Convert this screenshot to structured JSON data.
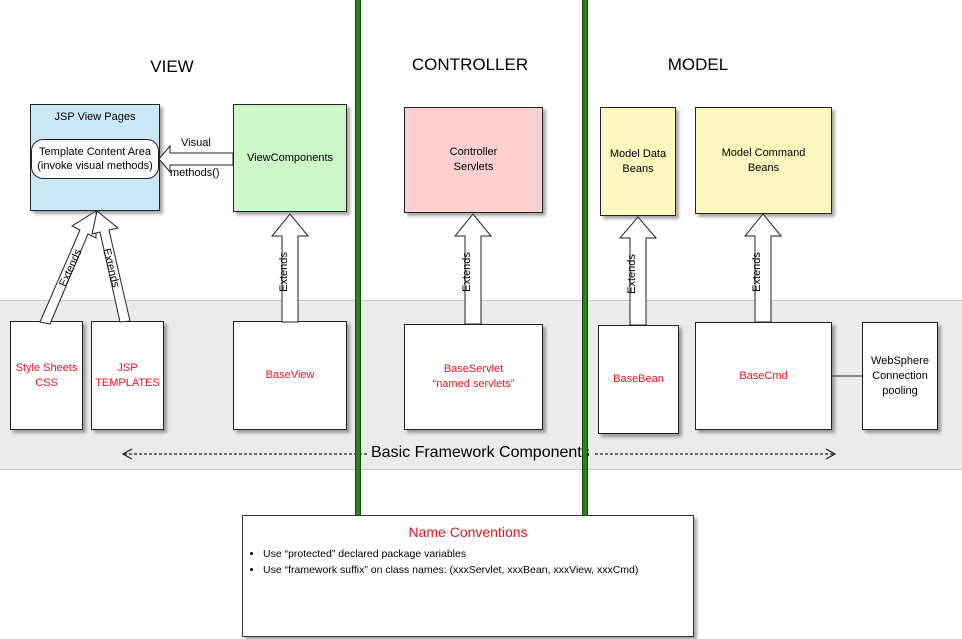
{
  "columns": {
    "view": "VIEW",
    "controller": "CONTROLLER",
    "model": "MODEL"
  },
  "view": {
    "jsp_view_pages": "JSP View Pages",
    "template_content_area_line1": "Template Content Area",
    "template_content_area_line2": "(invoke visual methods)",
    "visual_label": "Visual",
    "methods_label": "methods()",
    "view_components": "ViewComponents",
    "style_sheets_line1": "Style Sheets",
    "style_sheets_line2": "CSS",
    "jsp_templates_line1": "JSP",
    "jsp_templates_line2": "TEMPLATES",
    "base_view": "BaseView"
  },
  "controller": {
    "controller_servlets_line1": "Controller",
    "controller_servlets_line2": "Servlets",
    "base_servlet_line1": "BaseServlet",
    "base_servlet_line2": "“named servlets”"
  },
  "model": {
    "model_data_beans_line1": "Model Data",
    "model_data_beans_line2": "Beans",
    "model_command_beans_line1": "Model Command",
    "model_command_beans_line2": "Beans",
    "base_bean": "BaseBean",
    "base_cmd": "BaseCmd",
    "websphere_line1": "WebSphere",
    "websphere_line2": "Connection",
    "websphere_line3": "pooling"
  },
  "extends_label": "Extends",
  "framework_label": "Basic Framework Components",
  "name_conventions": {
    "title": "Name Conventions",
    "items": [
      "Use “protected” declared package variables",
      "Use “framework suffix” on class names: (xxxServlet, xxxBean, xxxView, xxxCmd)"
    ]
  },
  "colors": {
    "jsp_view_pages_fill": "#cce8f8",
    "view_components_fill": "#ccf7c8",
    "controller_servlets_fill": "#fcd0d0",
    "model_beans_fill": "#fcf8c0",
    "base_text": "#e8141c",
    "divider": "#2e7d22",
    "band": "#ebebeb"
  }
}
